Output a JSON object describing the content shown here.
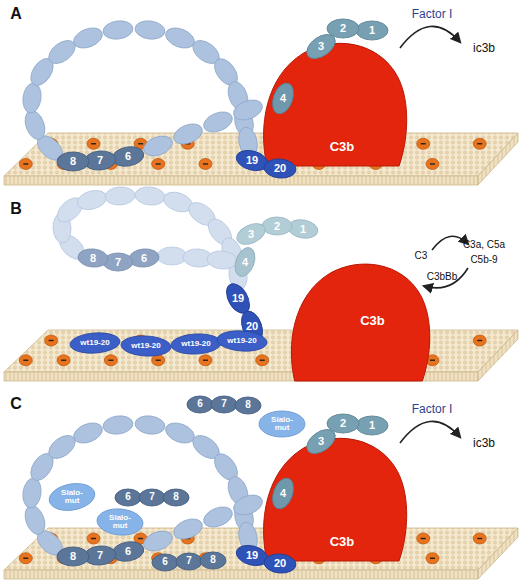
{
  "diagram": {
    "nodes": [
      {
        "text": [
          "C3b"
        ]
      },
      {
        "text": [
          "1"
        ]
      },
      {
        "text": [
          "2"
        ]
      },
      {
        "text": [
          "3"
        ]
      },
      {
        "text": [
          "4"
        ]
      },
      {
        "text": [
          "6"
        ]
      },
      {
        "text": [
          "7"
        ]
      },
      {
        "text": [
          "8"
        ]
      },
      {
        "text": [
          "19"
        ]
      },
      {
        "text": [
          "20"
        ]
      },
      {
        "text": [
          "C3b"
        ]
      },
      {
        "text": [
          "1"
        ]
      },
      {
        "text": [
          "2"
        ]
      },
      {
        "text": [
          "3"
        ]
      },
      {
        "text": [
          "4"
        ]
      },
      {
        "text": [
          "6"
        ]
      },
      {
        "text": [
          "7"
        ]
      },
      {
        "text": [
          "8"
        ]
      },
      {
        "text": [
          "19"
        ]
      },
      {
        "text": [
          "20"
        ]
      },
      {
        "text": [
          "wt19-20"
        ]
      },
      {
        "text": [
          "wt19-20"
        ]
      },
      {
        "text": [
          "wt19-20"
        ]
      },
      {
        "text": [
          "wt19-20"
        ]
      },
      {
        "text": [
          "C3b"
        ]
      },
      {
        "text": [
          "1"
        ]
      },
      {
        "text": [
          "2"
        ]
      },
      {
        "text": [
          "3"
        ]
      },
      {
        "text": [
          "4"
        ]
      },
      {
        "text": [
          "6"
        ]
      },
      {
        "text": [
          "7"
        ]
      },
      {
        "text": [
          "8"
        ]
      },
      {
        "text": [
          "19"
        ]
      },
      {
        "text": [
          "20"
        ]
      },
      {
        "text": [
          "6"
        ]
      },
      {
        "text": [
          "7"
        ]
      },
      {
        "text": [
          "8"
        ]
      },
      {
        "text": [
          "Sialo- mut"
        ]
      },
      {
        "text": [
          "6"
        ]
      },
      {
        "text": [
          "7"
        ]
      },
      {
        "text": [
          "8"
        ]
      },
      {
        "text": [
          "Sialo- mut"
        ]
      },
      {
        "text": [
          "Sialo- mut"
        ]
      },
      {
        "text": [
          "6"
        ]
      },
      {
        "text": [
          "7"
        ]
      },
      {
        "text": [
          "8"
        ]
      }
    ],
    "labels": [
      "A",
      "Factor I",
      "ic3b",
      "B",
      "C3",
      "C3bBb",
      "C3a, C5a",
      "C5b-9",
      "C",
      "Factor I",
      "ic3b"
    ]
  }
}
